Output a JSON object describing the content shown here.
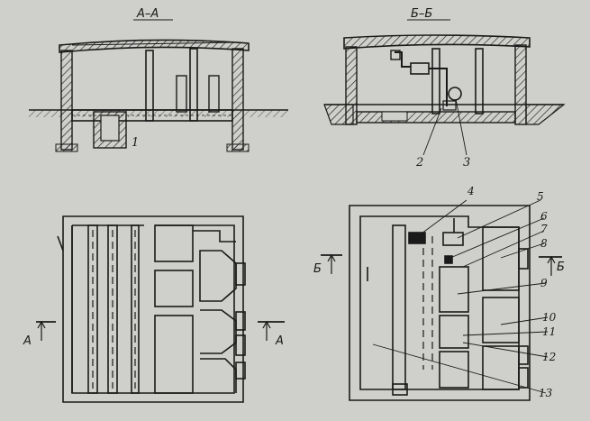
{
  "sections": {
    "aa": {
      "title": "А–А"
    },
    "bb": {
      "title": "Б–Б"
    }
  },
  "section_marks": {
    "a_left": "А",
    "a_right": "А",
    "b_left": "Б",
    "b_right": "Б"
  },
  "callouts": [
    "1",
    "2",
    "3",
    "4",
    "5",
    "6",
    "7",
    "8",
    "9",
    "10",
    "11",
    "12",
    "13"
  ],
  "colors": {
    "ink": "#1a1a1a",
    "paper": "#cfcfcb",
    "soil": "#8a8a86"
  }
}
